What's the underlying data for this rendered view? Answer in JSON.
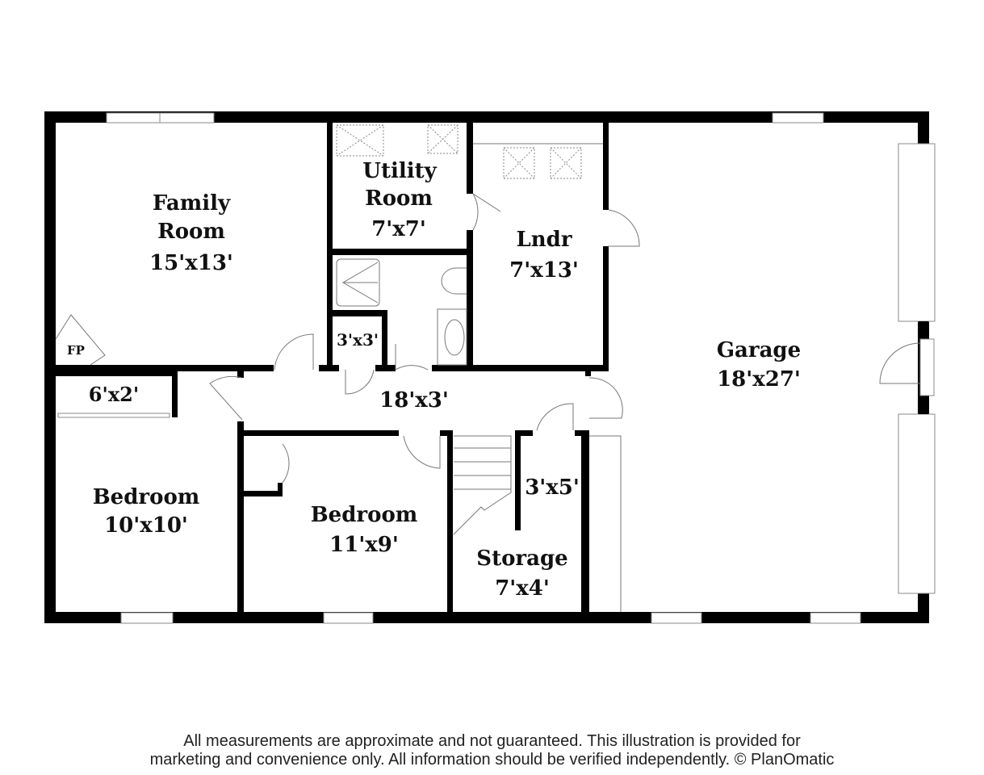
{
  "rooms": {
    "family": {
      "name1": "Family",
      "name2": "Room",
      "size": "15'x13'"
    },
    "utility": {
      "name1": "Utility",
      "name2": "Room",
      "size": "7'x7'"
    },
    "laundry": {
      "name": "Lndr",
      "size": "7'x13'"
    },
    "garage": {
      "name": "Garage",
      "size": "18'x27'"
    },
    "closet_small": {
      "size": "3'x3'"
    },
    "fireplace": {
      "label": "FP"
    },
    "closet_6x2": {
      "size": "6'x2'"
    },
    "hall": {
      "size": "18'x3'"
    },
    "bedroom1": {
      "name": "Bedroom",
      "size": "10'x10'"
    },
    "bedroom2": {
      "name": "Bedroom",
      "size": "11'x9'"
    },
    "closet_3x5": {
      "size": "3'x5'"
    },
    "storage": {
      "name": "Storage",
      "size": "7'x4'"
    }
  },
  "footer": {
    "line1": "All measurements are approximate and not guaranteed. This illustration is provided for",
    "line2": "marketing and convenience only. All information should be verified independently. © PlanOmatic"
  }
}
